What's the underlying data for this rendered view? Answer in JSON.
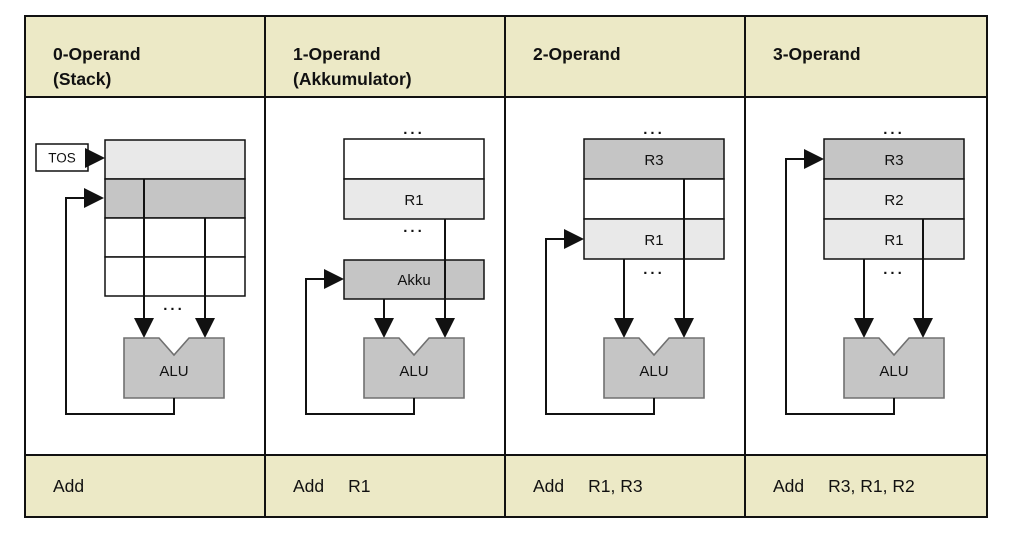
{
  "colors": {
    "band_bg": "#ece9c6",
    "cell_light": "#e9e9e9",
    "cell_medium": "#c5c5c5",
    "border_color": "#111111",
    "alu_border": "#707070"
  },
  "table": {
    "columns": [
      {
        "header": {
          "line1": "0-Operand",
          "line2": "(Stack)"
        },
        "instruction": {
          "mnemonic": "Add",
          "operands": ""
        },
        "diagram": {
          "tos_label": "TOS",
          "dots_bottom": "...",
          "alu_label": "ALU"
        }
      },
      {
        "header": {
          "line1": "1-Operand",
          "line2": "(Akkumulator)"
        },
        "instruction": {
          "mnemonic": "Add",
          "operands": "R1"
        },
        "diagram": {
          "dots_top": "...",
          "reg_labels": {
            "r1": "R1"
          },
          "akku_label": "Akku",
          "dots_bottom": "...",
          "alu_label": "ALU"
        }
      },
      {
        "header": {
          "line1": "2-Operand",
          "line2": ""
        },
        "instruction": {
          "mnemonic": "Add",
          "operands": "R1, R3"
        },
        "diagram": {
          "dots_top": "...",
          "reg_labels": {
            "r3": "R3",
            "r1": "R1"
          },
          "dots_bottom": "...",
          "alu_label": "ALU"
        }
      },
      {
        "header": {
          "line1": "3-Operand",
          "line2": ""
        },
        "instruction": {
          "mnemonic": "Add",
          "operands": "R3, R1, R2"
        },
        "diagram": {
          "dots_top": "...",
          "reg_labels": {
            "r3": "R3",
            "r2": "R2",
            "r1": "R1"
          },
          "dots_bottom": "...",
          "alu_label": "ALU"
        }
      }
    ]
  }
}
